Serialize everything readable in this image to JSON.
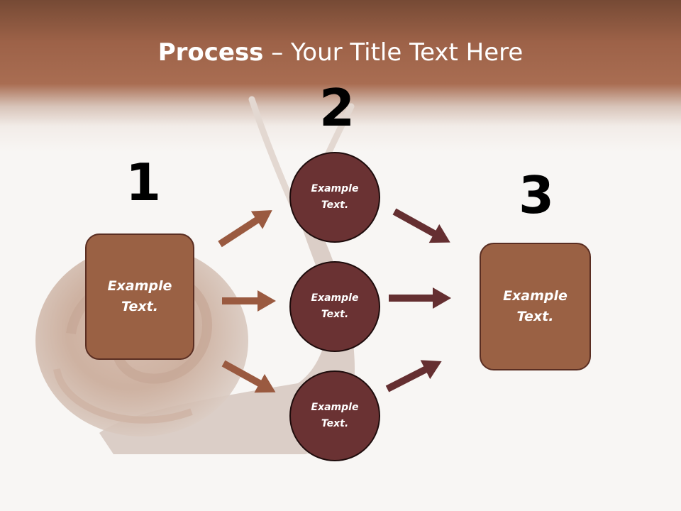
{
  "title": {
    "bold": "Process",
    "rest": " – Your Title Text Here"
  },
  "steps": [
    {
      "number": "1",
      "text": "Example\nText."
    },
    {
      "number": "2",
      "items": [
        "Example\nText.",
        "Example\nText.",
        "Example\nText."
      ]
    },
    {
      "number": "3",
      "text": "Example\nText."
    }
  ],
  "colors": {
    "header_brown": "#9d6248",
    "box_fill": "#9a6144",
    "circle_fill": "#6a3233",
    "arrow_light": "#9a5a40",
    "arrow_dark": "#652f31"
  }
}
